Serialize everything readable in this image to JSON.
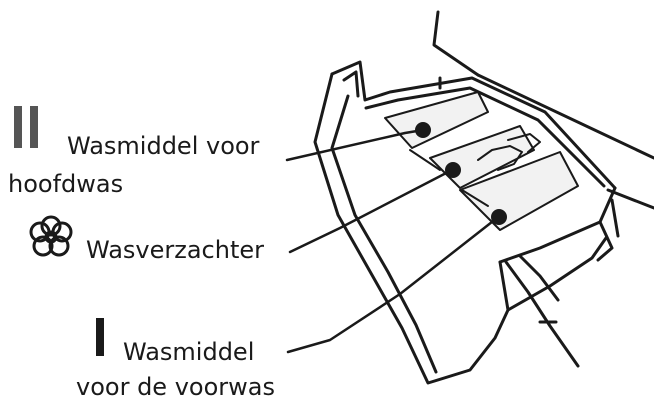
{
  "labels": {
    "main_wash": {
      "line1": "Wasmiddel voor",
      "line2": "hoofdwas",
      "symbol_icon": "double-bar-icon"
    },
    "softener": {
      "line1": "Wasverzachter",
      "symbol_icon": "flower-icon"
    },
    "prewash": {
      "line1": "Wasmiddel",
      "line2": "voor de voorwas",
      "symbol_icon": "single-bar-icon"
    }
  },
  "colors": {
    "ink": "#1a1a1a",
    "background": "#ffffff",
    "compartment_fill": "#f2f2f2"
  }
}
